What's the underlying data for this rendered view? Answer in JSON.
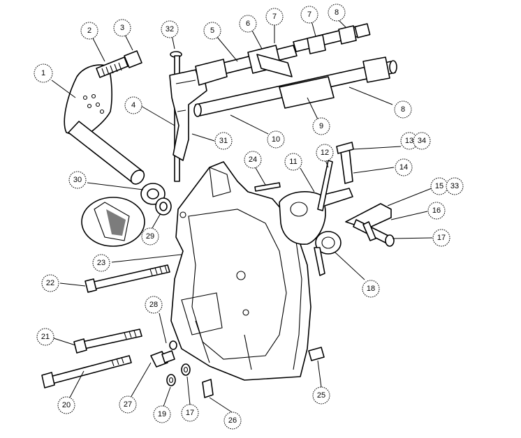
{
  "callouts": [
    {
      "label": "1"
    },
    {
      "label": "2"
    },
    {
      "label": "3"
    },
    {
      "label": "32"
    },
    {
      "label": "5"
    },
    {
      "label": "6"
    },
    {
      "label": "7"
    },
    {
      "label": "7"
    },
    {
      "label": "8"
    },
    {
      "label": "4"
    },
    {
      "label": "31"
    },
    {
      "label": "10"
    },
    {
      "label": "9"
    },
    {
      "label": "8"
    },
    {
      "label": "13"
    },
    {
      "label": "34"
    },
    {
      "label": "12"
    },
    {
      "label": "11"
    },
    {
      "label": "14"
    },
    {
      "label": "24"
    },
    {
      "label": "30"
    },
    {
      "label": "29"
    },
    {
      "label": "15"
    },
    {
      "label": "33"
    },
    {
      "label": "16"
    },
    {
      "label": "17"
    },
    {
      "label": "23"
    },
    {
      "label": "18"
    },
    {
      "label": "22"
    },
    {
      "label": "28"
    },
    {
      "label": "21"
    },
    {
      "label": "27"
    },
    {
      "label": "19"
    },
    {
      "label": "17"
    },
    {
      "label": "26"
    },
    {
      "label": "25"
    },
    {
      "label": "20"
    }
  ]
}
